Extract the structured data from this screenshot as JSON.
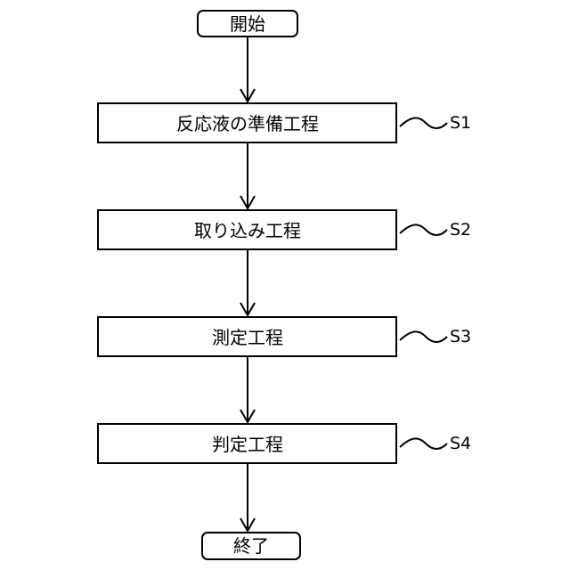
{
  "flowchart": {
    "start": {
      "label": "開始"
    },
    "end": {
      "label": "終了"
    },
    "steps": [
      {
        "label": "反応液の準備工程",
        "ref": "S1"
      },
      {
        "label": "取り込み工程",
        "ref": "S2"
      },
      {
        "label": "測定工程",
        "ref": "S3"
      },
      {
        "label": "判定工程",
        "ref": "S4"
      }
    ]
  }
}
